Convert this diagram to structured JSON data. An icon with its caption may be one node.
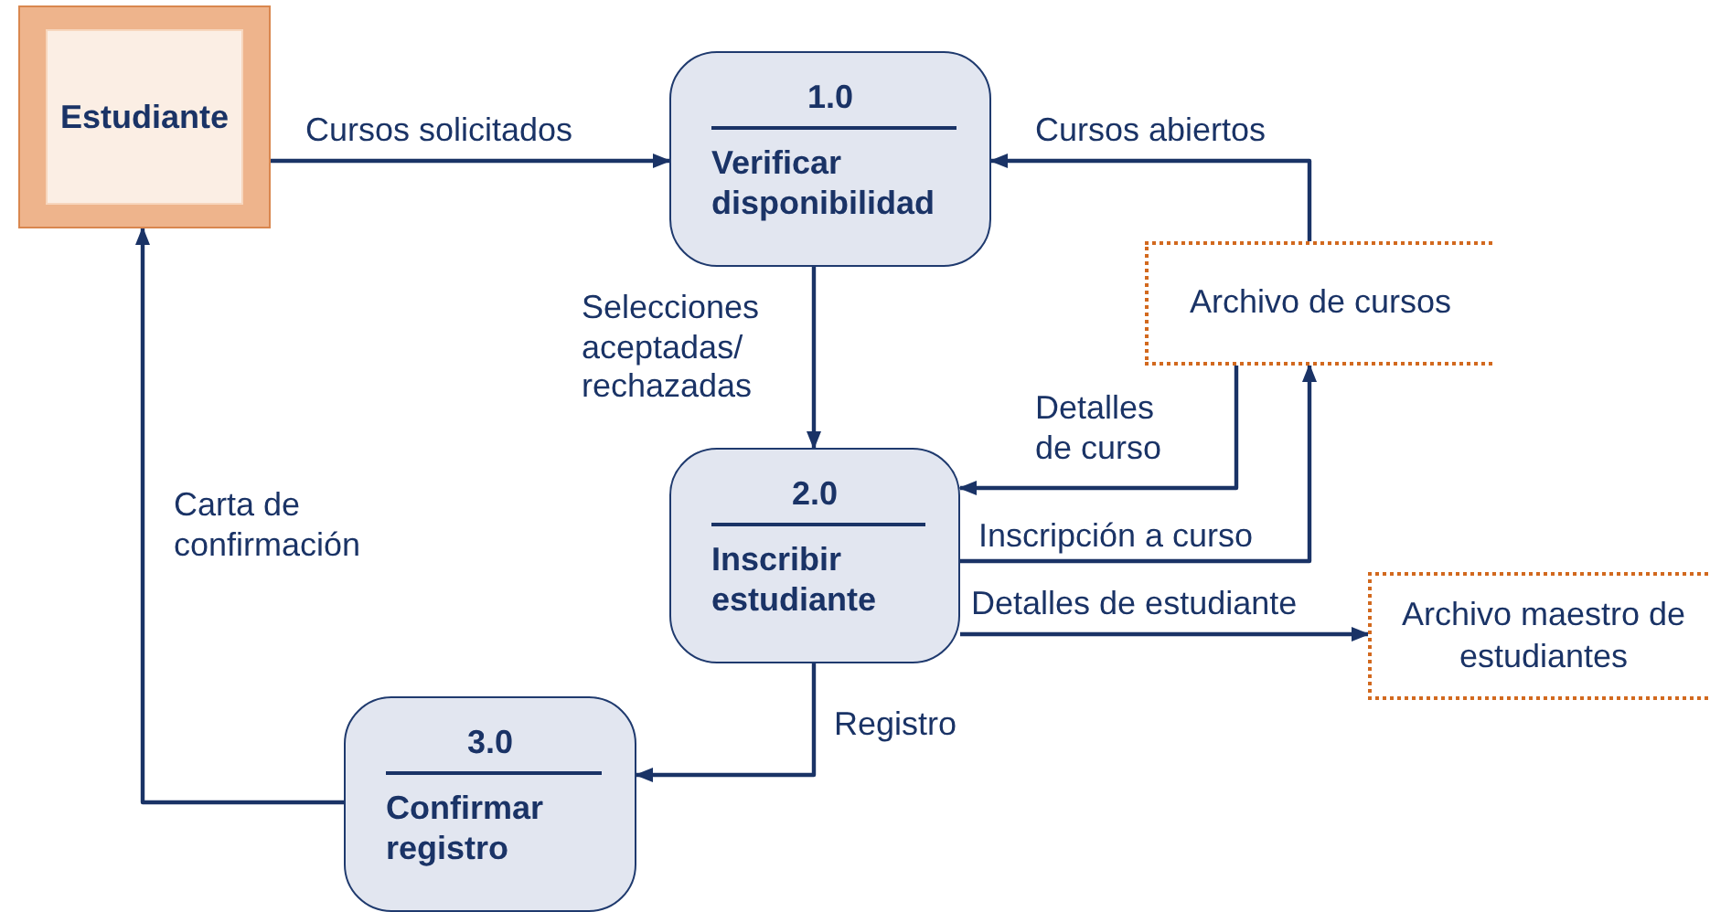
{
  "diagram": {
    "nodes": [
      {
        "text": [
          "Estudiante"
        ]
      },
      {
        "text": [
          "1.0",
          "Verificar disponibilidad"
        ]
      },
      {
        "text": [
          "Archivo de cursos"
        ]
      },
      {
        "text": [
          "2.0",
          "Inscribir estudiante"
        ]
      },
      {
        "text": [
          "Archivo maestro de estudiantes"
        ]
      },
      {
        "text": [
          "3.0",
          "Confirmar registro"
        ]
      }
    ],
    "edges": [
      {
        "from": 0,
        "to": 1,
        "arrow": "to",
        "label": "Cursos solicitados"
      },
      {
        "from": 2,
        "to": 1,
        "arrow": "to",
        "label": "Cursos abiertos"
      },
      {
        "from": 1,
        "to": 3,
        "arrow": "to",
        "label": "Selecciones aceptadas/ rechazadas"
      },
      {
        "from": 2,
        "to": 3,
        "arrow": "to",
        "label": "Detalles de curso"
      },
      {
        "from": 3,
        "to": 2,
        "arrow": "to",
        "label": "Inscripción a curso"
      },
      {
        "from": 3,
        "to": 4,
        "arrow": "to",
        "label": "Detalles de estudiante"
      },
      {
        "from": 3,
        "to": 5,
        "arrow": "to",
        "label": "Registro"
      },
      {
        "from": 5,
        "to": 0,
        "arrow": "to",
        "label": "Carta de confirmación"
      }
    ]
  }
}
